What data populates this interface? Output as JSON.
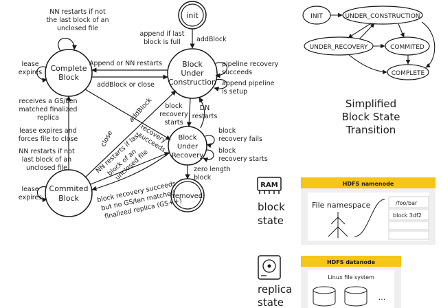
{
  "states": {
    "init": "init",
    "complete": [
      "Complete",
      "Block"
    ],
    "under_construction": [
      "Block",
      "Under",
      "Construction"
    ],
    "under_recovery": [
      "Block",
      "Under",
      "Recovery"
    ],
    "commited": [
      "Commited",
      "Block"
    ],
    "removed": "removed"
  },
  "transitions": {
    "nn_restarts_top": [
      "NN restarts if not",
      "the last block of an",
      "unclosed file"
    ],
    "lease_expires_1": [
      "lease",
      "expires"
    ],
    "append_last_full": [
      "append if last",
      "block is full"
    ],
    "add_block_init": "addBlock",
    "append_or_nn": "Append or NN restarts",
    "addblock_or_close": "addBlock or close",
    "pipeline_recovery": [
      "pipeline recovery",
      "succeeds"
    ],
    "append_pipeline": [
      "append pipeline",
      "is setup"
    ],
    "receives_gs": [
      "receives a GS/Len",
      "matched finalized",
      "replica"
    ],
    "lease_forces_close": [
      "lease expires and",
      "forces file to close"
    ],
    "nn_restarts_left": [
      "NN restarts if not",
      "last block of an",
      "unclosed file"
    ],
    "lease_expires_2": [
      "lease",
      "expires"
    ],
    "close": "close",
    "add_block_diag": "addBlock",
    "recovery_succeeds": [
      "recovery",
      "succeeds"
    ],
    "nn_restarts_diag": [
      "NN restarts if last",
      "block of an",
      "unclosed file"
    ],
    "block_recovery_starts_1": [
      "block",
      "recovery",
      "starts"
    ],
    "dn_restarts": [
      "DN",
      "restarts"
    ],
    "block_recovery_fails": [
      "block",
      "recovery fails"
    ],
    "block_recovery_starts_2": [
      "block",
      "recovery starts"
    ],
    "zero_length": [
      "zero length",
      "block"
    ],
    "bottom_label": [
      "block recovery succeeds",
      "but no GS/len matched",
      "finalized replica (GS++)"
    ]
  },
  "simplified": {
    "nodes": {
      "init": "INIT",
      "under_construction": "UNDER_CONSTRUCTION",
      "under_recovery": "UNDER_RECOVERY",
      "commited": "COMMITED",
      "complete": "COMPLETE"
    },
    "title": [
      "Simplified",
      "Block State",
      "Transition"
    ]
  },
  "storage": {
    "ram_label": "RAM",
    "block_state": [
      "block",
      "state"
    ],
    "namenode_header": "HDFS namenode",
    "file_namespace": "File namespace",
    "path": "/foo/bar",
    "block_id": "block 3df2",
    "replica_state": [
      "replica",
      "state"
    ],
    "datanode_header": "HDFS datanode",
    "linux_fs": "Linux file system",
    "ellipsis": "..."
  },
  "colors": {
    "accent": "#f5c518",
    "panel": "#efefef",
    "ink": "#1a1a1a"
  }
}
